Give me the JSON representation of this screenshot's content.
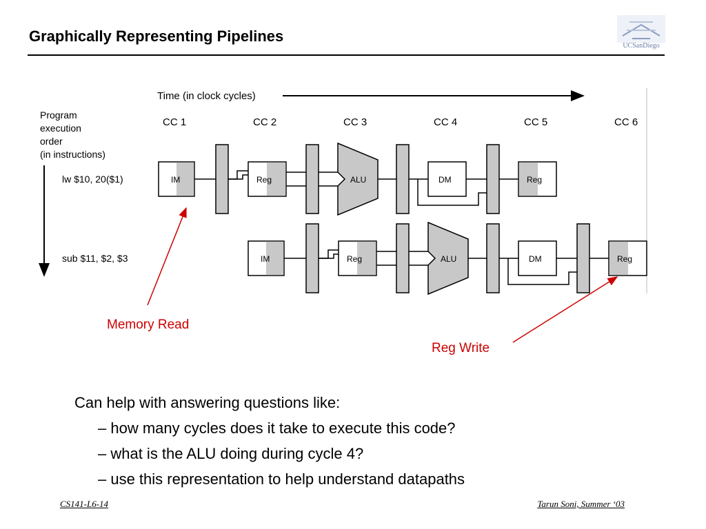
{
  "slide": {
    "title": "Graphically Representing Pipelines",
    "logo_text": "UCSanDiego",
    "colors": {
      "annotation": "#cc0000",
      "stage_shade": "#c8c8c8"
    }
  },
  "diagram": {
    "time_label": "Time (in clock cycles)",
    "program_label": [
      "Program",
      "execution",
      "order",
      "(in instructions)"
    ],
    "cycles": [
      "CC 1",
      "CC 2",
      "CC 3",
      "CC 4",
      "CC 5",
      "CC 6"
    ],
    "instructions": [
      {
        "text": "lw $10, 20($1)",
        "stages": [
          "IM",
          "Reg",
          "ALU",
          "DM",
          "Reg"
        ]
      },
      {
        "text": "sub $11, $2, $3",
        "stages": [
          "IM",
          "Reg",
          "ALU",
          "DM",
          "Reg"
        ]
      }
    ]
  },
  "annotations": {
    "memory_read": "Memory Read",
    "reg_write": "Reg Write"
  },
  "questions": {
    "intro": "Can help with answering questions like:",
    "items": [
      "– how many cycles does it take to execute this code?",
      "– what is the ALU doing during cycle 4?",
      "– use this representation to help understand datapaths"
    ]
  },
  "footer": {
    "left": "CS141-L6-14",
    "right": "Tarun Soni, Summer ‘03"
  }
}
